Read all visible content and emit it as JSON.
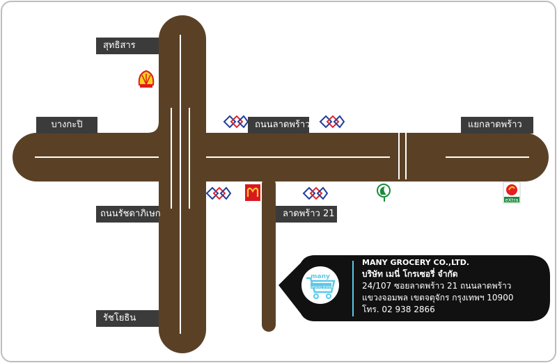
{
  "map": {
    "road_color": "#5a4126",
    "road_line_color": "#ffffff",
    "label_bg": "#3b3b3b",
    "frame_color": "#bdbdbd",
    "bubble_color": "#111111",
    "accent_color": "#5bc8e8",
    "roads": {
      "sukhumvit_sai": "สุทธิสาร",
      "bang_kapi": "บางกะปิ",
      "ladprao_road": "ถนนลาดพร้าว",
      "yaek_ladprao": "แยกลาดพร้าว",
      "ratchadaphisek": "ถนนรัชดาภิเษก",
      "ladprao_21": "ลาดพร้าว 21",
      "ratchayothin": "รัชโยธิน"
    },
    "landmarks": {
      "shell": "shell-icon",
      "mrt": "mrt-icon",
      "mcdonalds": "mcdonalds-icon",
      "ptt": "ptt-icon",
      "extra": "big-c-extra-icon",
      "extra_text": "eXtra"
    },
    "company": {
      "logo_word": "many",
      "logo_sub": "company limited",
      "name_en": "MANY GROCERY CO.,LTD.",
      "name_th": "บริษัท เมนี่ โกรเซอรี่ จำกัด",
      "address_line1": "24/107 ซอยลาดพร้าว 21 ถนนลาดพร้าว",
      "address_line2": "แขวงจอมพล เขตจตุจักร กรุงเทพฯ 10900",
      "phone": "โทร. 02 938 2866"
    }
  }
}
